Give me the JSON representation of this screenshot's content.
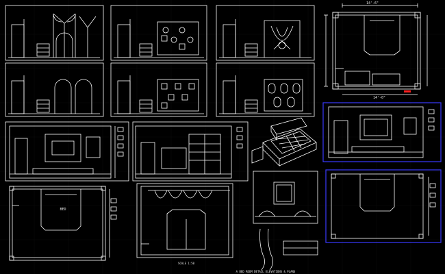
{
  "drawing": {
    "background": "#000000",
    "line_color": "#ffffff",
    "accent_blue": "#3a3aff",
    "accent_red": "#ff2020",
    "caption": "A BED ROOM DETAIL ELEVATIONS & PLANS",
    "plan_top_dim": "14'-6\"",
    "plan_bottom_dim": "14'-0\"",
    "bed_label": "BED",
    "scale_note": "SCALE 1:50"
  }
}
